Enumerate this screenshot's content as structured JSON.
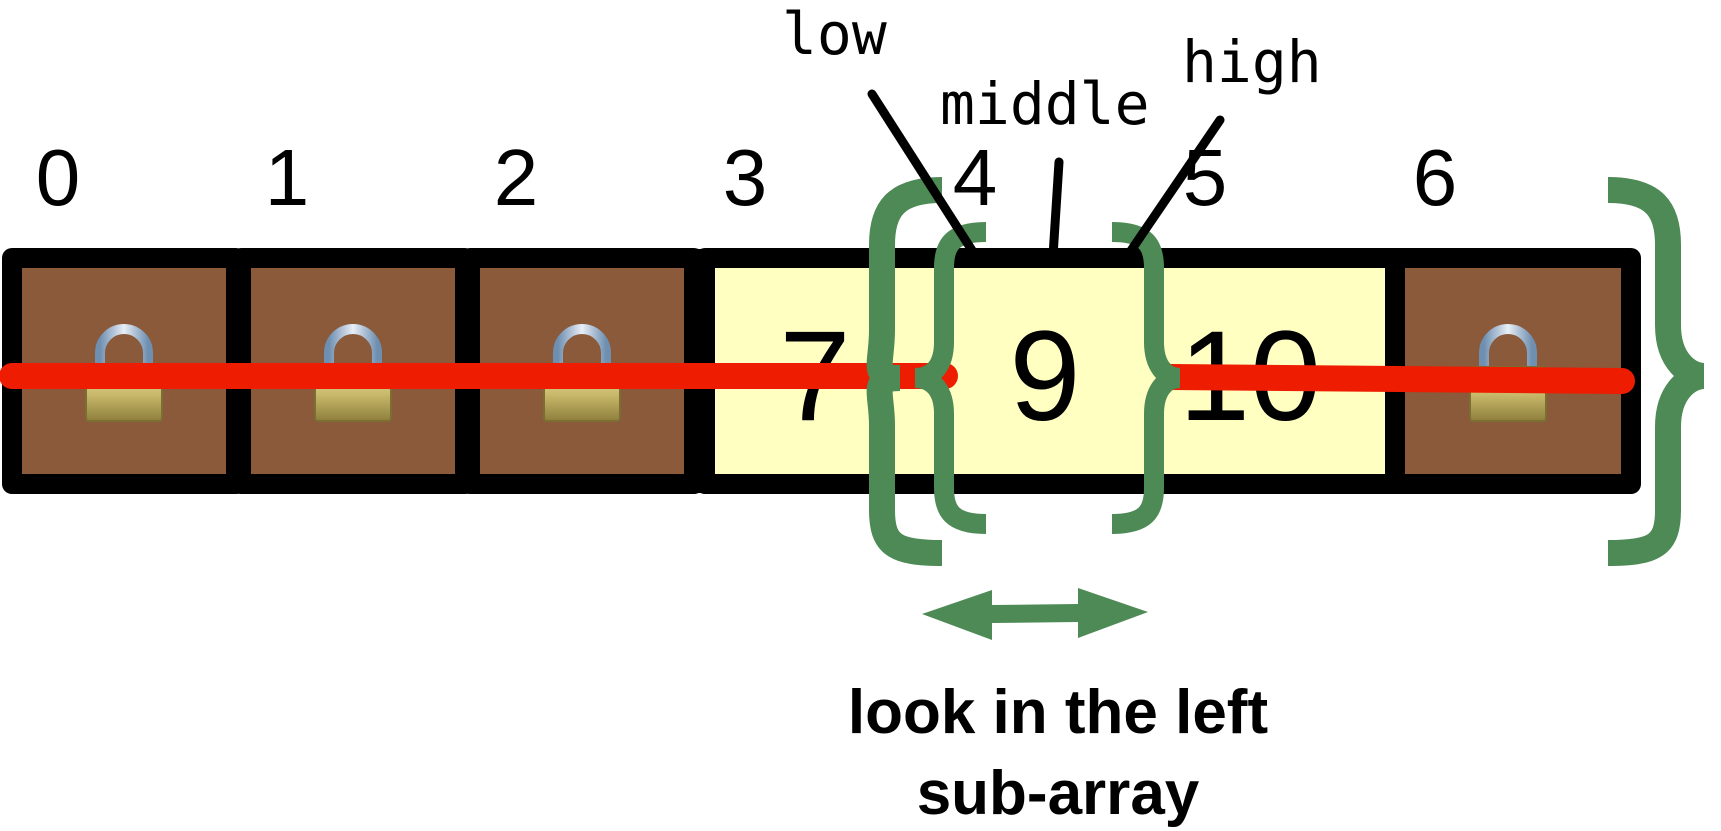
{
  "array": {
    "cells": [
      {
        "index": "0",
        "value": "",
        "locked": true
      },
      {
        "index": "1",
        "value": "",
        "locked": true
      },
      {
        "index": "2",
        "value": "",
        "locked": true
      },
      {
        "index": "3",
        "value": "7",
        "locked": false
      },
      {
        "index": "4",
        "value": "9",
        "locked": false
      },
      {
        "index": "5",
        "value": "10",
        "locked": false
      },
      {
        "index": "6",
        "value": "",
        "locked": true
      }
    ]
  },
  "pointers": {
    "low": "low",
    "middle": "middle",
    "high": "high"
  },
  "caption": {
    "line1": "look in the left",
    "line2": "sub-array"
  },
  "colors": {
    "locked_cell": "#8a5a3b",
    "active_cell": "#ffffc2",
    "brace": "#4e8a55",
    "strike_line": "#ee1c00",
    "cell_border": "#000000"
  },
  "icons": {
    "locked": "padlock-icon",
    "range": "double-arrow-icon"
  }
}
